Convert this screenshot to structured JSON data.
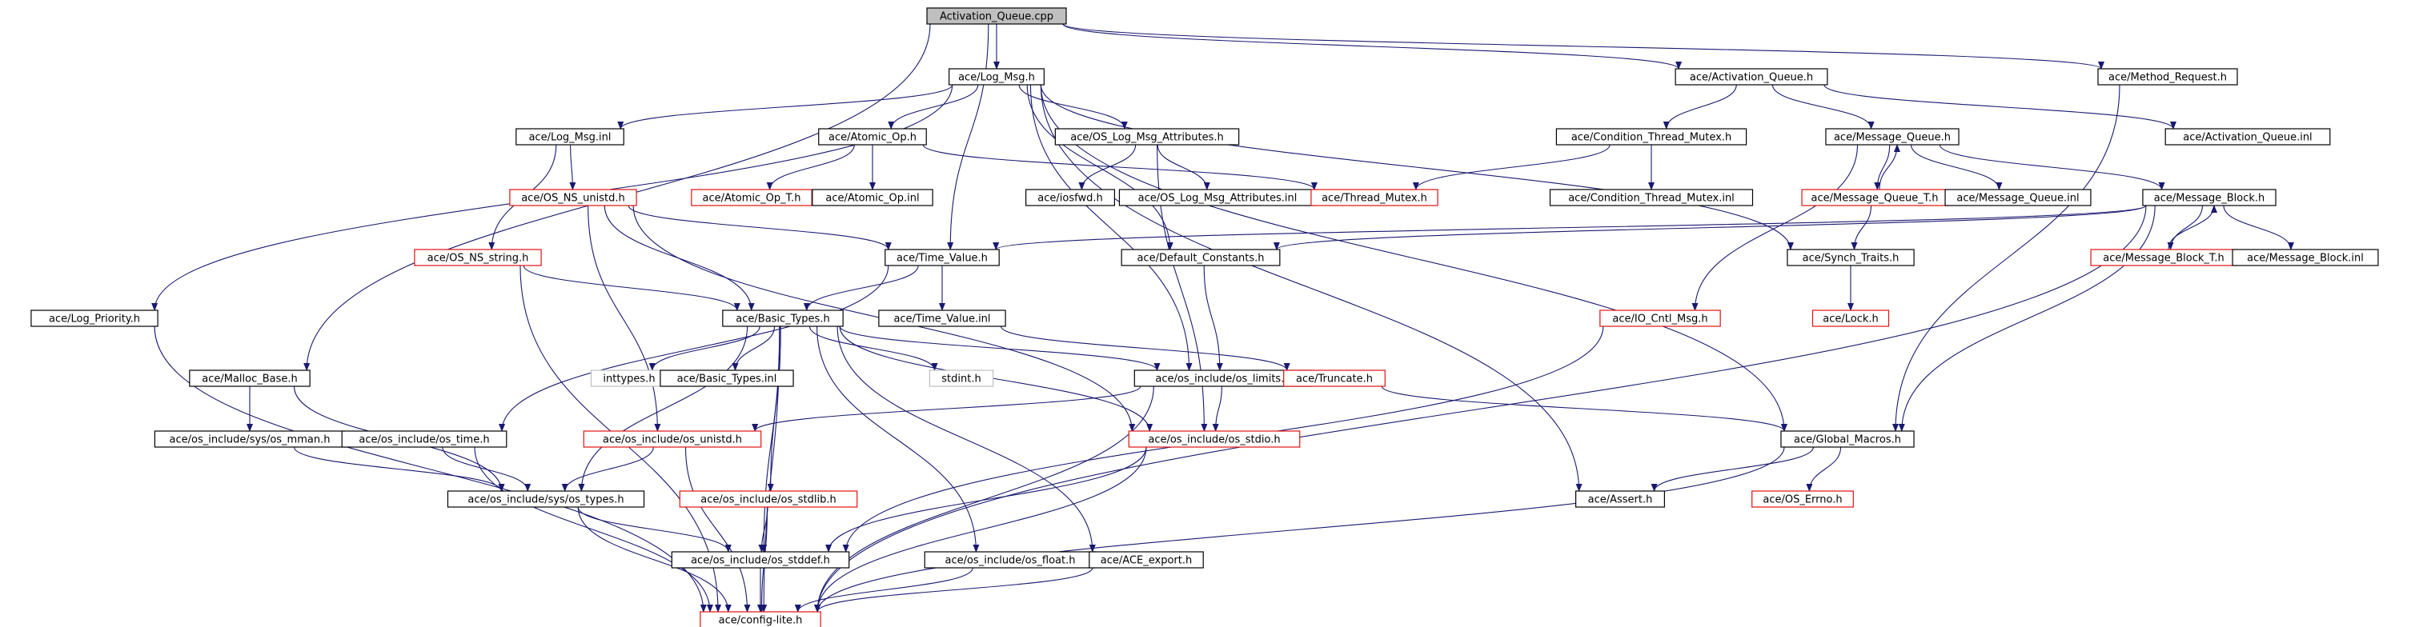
{
  "diagram": {
    "colors": {
      "edge": "#191970",
      "root_fill": "#bfbfbf",
      "red_border": "#e11010",
      "gray_border": "#bfbfbf",
      "black_border": "#000000"
    },
    "nodes": [
      {
        "id": "activation_queue_cpp",
        "label": "Activation_Queue.cpp",
        "style": "root"
      },
      {
        "id": "log_msg_h",
        "label": "ace/Log_Msg.h",
        "style": "black"
      },
      {
        "id": "activation_queue_h",
        "label": "ace/Activation_Queue.h",
        "style": "black"
      },
      {
        "id": "method_request_h",
        "label": "ace/Method_Request.h",
        "style": "black"
      },
      {
        "id": "log_msg_inl",
        "label": "ace/Log_Msg.inl",
        "style": "black"
      },
      {
        "id": "atomic_op_h",
        "label": "ace/Atomic_Op.h",
        "style": "black"
      },
      {
        "id": "os_log_msg_attributes_h",
        "label": "ace/OS_Log_Msg_Attributes.h",
        "style": "black"
      },
      {
        "id": "condition_thread_mutex_h",
        "label": "ace/Condition_Thread_Mutex.h",
        "style": "black"
      },
      {
        "id": "message_queue_h",
        "label": "ace/Message_Queue.h",
        "style": "black"
      },
      {
        "id": "activation_queue_inl",
        "label": "ace/Activation_Queue.inl",
        "style": "black"
      },
      {
        "id": "os_ns_unistd_h",
        "label": "ace/OS_NS_unistd.h",
        "style": "red"
      },
      {
        "id": "atomic_op_t_h",
        "label": "ace/Atomic_Op_T.h",
        "style": "red"
      },
      {
        "id": "atomic_op_inl",
        "label": "ace/Atomic_Op.inl",
        "style": "black"
      },
      {
        "id": "iosfwd_h",
        "label": "ace/iosfwd.h",
        "style": "black"
      },
      {
        "id": "os_log_msg_attributes_inl",
        "label": "ace/OS_Log_Msg_Attributes.inl",
        "style": "black"
      },
      {
        "id": "thread_mutex_h",
        "label": "ace/Thread_Mutex.h",
        "style": "red"
      },
      {
        "id": "condition_thread_mutex_inl",
        "label": "ace/Condition_Thread_Mutex.inl",
        "style": "black"
      },
      {
        "id": "message_queue_t_h",
        "label": "ace/Message_Queue_T.h",
        "style": "red"
      },
      {
        "id": "message_queue_inl",
        "label": "ace/Message_Queue.inl",
        "style": "black"
      },
      {
        "id": "message_block_h",
        "label": "ace/Message_Block.h",
        "style": "black"
      },
      {
        "id": "os_ns_string_h",
        "label": "ace/OS_NS_string.h",
        "style": "red"
      },
      {
        "id": "time_value_h",
        "label": "ace/Time_Value.h",
        "style": "black"
      },
      {
        "id": "default_constants_h",
        "label": "ace/Default_Constants.h",
        "style": "black"
      },
      {
        "id": "synch_traits_h",
        "label": "ace/Synch_Traits.h",
        "style": "black"
      },
      {
        "id": "message_block_t_h",
        "label": "ace/Message_Block_T.h",
        "style": "red"
      },
      {
        "id": "message_block_inl",
        "label": "ace/Message_Block.inl",
        "style": "black"
      },
      {
        "id": "log_priority_h",
        "label": "ace/Log_Priority.h",
        "style": "black"
      },
      {
        "id": "basic_types_h",
        "label": "ace/Basic_Types.h",
        "style": "black"
      },
      {
        "id": "time_value_inl",
        "label": "ace/Time_Value.inl",
        "style": "black"
      },
      {
        "id": "io_cntl_msg_h",
        "label": "ace/IO_Cntl_Msg.h",
        "style": "red"
      },
      {
        "id": "lock_h",
        "label": "ace/Lock.h",
        "style": "red"
      },
      {
        "id": "malloc_base_h",
        "label": "ace/Malloc_Base.h",
        "style": "black"
      },
      {
        "id": "inttypes_h",
        "label": "inttypes.h",
        "style": "gray"
      },
      {
        "id": "basic_types_inl",
        "label": "ace/Basic_Types.inl",
        "style": "black"
      },
      {
        "id": "stdint_h",
        "label": "stdint.h",
        "style": "gray"
      },
      {
        "id": "os_limits_h",
        "label": "ace/os_include/os_limits.h",
        "style": "black"
      },
      {
        "id": "truncate_h",
        "label": "ace/Truncate.h",
        "style": "red"
      },
      {
        "id": "os_mman_h",
        "label": "ace/os_include/sys/os_mman.h",
        "style": "black"
      },
      {
        "id": "os_time_h",
        "label": "ace/os_include/os_time.h",
        "style": "black"
      },
      {
        "id": "os_unistd_h",
        "label": "ace/os_include/os_unistd.h",
        "style": "red"
      },
      {
        "id": "os_stdio_h",
        "label": "ace/os_include/os_stdio.h",
        "style": "red"
      },
      {
        "id": "global_macros_h",
        "label": "ace/Global_Macros.h",
        "style": "black"
      },
      {
        "id": "os_types_h",
        "label": "ace/os_include/sys/os_types.h",
        "style": "black"
      },
      {
        "id": "os_stdlib_h",
        "label": "ace/os_include/os_stdlib.h",
        "style": "red"
      },
      {
        "id": "assert_h",
        "label": "ace/Assert.h",
        "style": "black"
      },
      {
        "id": "os_errno_h",
        "label": "ace/OS_Errno.h",
        "style": "red"
      },
      {
        "id": "os_stddef_h",
        "label": "ace/os_include/os_stddef.h",
        "style": "black"
      },
      {
        "id": "os_float_h",
        "label": "ace/os_include/os_float.h",
        "style": "black"
      },
      {
        "id": "ace_export_h",
        "label": "ace/ACE_export.h",
        "style": "black"
      },
      {
        "id": "config_lite_h",
        "label": "ace/config-lite.h",
        "style": "red"
      }
    ],
    "edges": [
      [
        "activation_queue_cpp",
        "log_msg_h"
      ],
      [
        "activation_queue_cpp",
        "activation_queue_h"
      ],
      [
        "activation_queue_cpp",
        "method_request_h"
      ],
      [
        "activation_queue_cpp",
        "malloc_base_h"
      ],
      [
        "activation_queue_cpp",
        "time_value_h"
      ],
      [
        "log_msg_h",
        "log_msg_inl"
      ],
      [
        "log_msg_h",
        "atomic_op_h"
      ],
      [
        "log_msg_h",
        "os_log_msg_attributes_h"
      ],
      [
        "log_msg_h",
        "log_priority_h"
      ],
      [
        "log_msg_h",
        "default_constants_h"
      ],
      [
        "log_msg_h",
        "os_limits_h"
      ],
      [
        "log_msg_h",
        "global_macros_h"
      ],
      [
        "log_msg_h",
        "synch_traits_h"
      ],
      [
        "log_msg_h",
        "assert_h"
      ],
      [
        "activation_queue_h",
        "condition_thread_mutex_h"
      ],
      [
        "activation_queue_h",
        "message_queue_h"
      ],
      [
        "activation_queue_h",
        "activation_queue_inl"
      ],
      [
        "method_request_h",
        "global_macros_h"
      ],
      [
        "log_msg_inl",
        "os_ns_unistd_h"
      ],
      [
        "log_msg_inl",
        "os_ns_string_h"
      ],
      [
        "atomic_op_h",
        "atomic_op_t_h"
      ],
      [
        "atomic_op_h",
        "atomic_op_inl"
      ],
      [
        "atomic_op_h",
        "thread_mutex_h"
      ],
      [
        "os_log_msg_attributes_h",
        "iosfwd_h"
      ],
      [
        "os_log_msg_attributes_h",
        "os_log_msg_attributes_inl"
      ],
      [
        "os_log_msg_attributes_h",
        "os_stdio_h"
      ],
      [
        "condition_thread_mutex_h",
        "condition_thread_mutex_inl"
      ],
      [
        "condition_thread_mutex_h",
        "thread_mutex_h"
      ],
      [
        "message_queue_h",
        "message_queue_t_h"
      ],
      [
        "message_queue_h",
        "message_queue_inl"
      ],
      [
        "message_queue_h",
        "message_block_h"
      ],
      [
        "message_queue_h",
        "io_cntl_msg_h"
      ],
      [
        "message_queue_t_h",
        "message_queue_h"
      ],
      [
        "message_queue_t_h",
        "synch_traits_h"
      ],
      [
        "os_ns_unistd_h",
        "time_value_h"
      ],
      [
        "os_ns_unistd_h",
        "basic_types_h"
      ],
      [
        "os_ns_unistd_h",
        "os_unistd_h"
      ],
      [
        "os_ns_unistd_h",
        "os_stdio_h"
      ],
      [
        "os_ns_string_h",
        "basic_types_h"
      ],
      [
        "os_ns_string_h",
        "config_lite_h"
      ],
      [
        "message_block_h",
        "message_block_t_h"
      ],
      [
        "message_block_h",
        "message_block_inl"
      ],
      [
        "message_block_h",
        "time_value_h"
      ],
      [
        "message_block_h",
        "default_constants_h"
      ],
      [
        "message_block_h",
        "global_macros_h"
      ],
      [
        "message_block_h",
        "config_lite_h"
      ],
      [
        "message_block_t_h",
        "message_block_h"
      ],
      [
        "time_value_h",
        "basic_types_h"
      ],
      [
        "time_value_h",
        "time_value_inl"
      ],
      [
        "time_value_h",
        "os_time_h"
      ],
      [
        "time_value_inl",
        "truncate_h"
      ],
      [
        "default_constants_h",
        "os_limits_h"
      ],
      [
        "synch_traits_h",
        "lock_h"
      ],
      [
        "log_priority_h",
        "config_lite_h"
      ],
      [
        "basic_types_h",
        "inttypes_h"
      ],
      [
        "basic_types_h",
        "basic_types_inl"
      ],
      [
        "basic_types_h",
        "stdint_h"
      ],
      [
        "basic_types_h",
        "os_limits_h"
      ],
      [
        "basic_types_h",
        "os_types_h"
      ],
      [
        "basic_types_h",
        "os_stdlib_h"
      ],
      [
        "basic_types_h",
        "os_stddef_h"
      ],
      [
        "basic_types_h",
        "os_float_h"
      ],
      [
        "basic_types_h",
        "ace_export_h"
      ],
      [
        "basic_types_h",
        "os_stdio_h"
      ],
      [
        "basic_types_h",
        "config_lite_h"
      ],
      [
        "io_cntl_msg_h",
        "os_stddef_h"
      ],
      [
        "malloc_base_h",
        "os_mman_h"
      ],
      [
        "malloc_base_h",
        "os_types_h"
      ],
      [
        "os_limits_h",
        "os_unistd_h"
      ],
      [
        "os_limits_h",
        "os_stdio_h"
      ],
      [
        "os_limits_h",
        "config_lite_h"
      ],
      [
        "truncate_h",
        "global_macros_h"
      ],
      [
        "os_mman_h",
        "os_types_h"
      ],
      [
        "os_time_h",
        "os_types_h"
      ],
      [
        "os_time_h",
        "config_lite_h"
      ],
      [
        "os_unistd_h",
        "os_types_h"
      ],
      [
        "os_unistd_h",
        "config_lite_h"
      ],
      [
        "os_stdio_h",
        "os_stddef_h"
      ],
      [
        "os_stdio_h",
        "config_lite_h"
      ],
      [
        "global_macros_h",
        "assert_h"
      ],
      [
        "global_macros_h",
        "os_errno_h"
      ],
      [
        "global_macros_h",
        "config_lite_h"
      ],
      [
        "os_types_h",
        "os_stddef_h"
      ],
      [
        "os_types_h",
        "config_lite_h"
      ],
      [
        "os_stdlib_h",
        "os_stddef_h"
      ],
      [
        "os_stdlib_h",
        "config_lite_h"
      ],
      [
        "os_stddef_h",
        "config_lite_h"
      ],
      [
        "os_float_h",
        "config_lite_h"
      ],
      [
        "ace_export_h",
        "config_lite_h"
      ]
    ]
  }
}
